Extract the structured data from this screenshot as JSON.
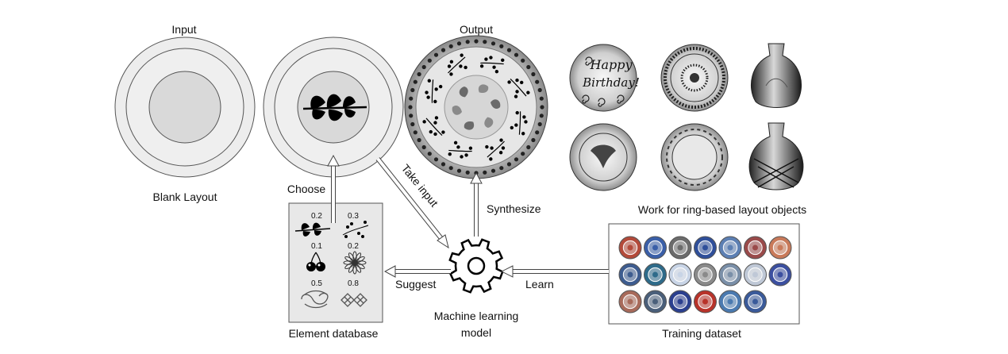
{
  "labels": {
    "input": "Input",
    "blank_layout": "Blank Layout",
    "choose": "Choose",
    "output": "Output",
    "take_input": "Take input",
    "synthesize": "Synthesize",
    "suggest": "Suggest",
    "learn": "Learn",
    "model": [
      "Machine learning",
      "model"
    ],
    "element_database": "Element database",
    "training_dataset": "Training dataset",
    "work_caption": "Work for ring-based layout objects",
    "happy_birthday": [
      "Happy",
      "Birthday!"
    ]
  },
  "element_database": {
    "items": [
      {
        "name": "leaf-branch",
        "score": "0.2"
      },
      {
        "name": "berry-branch",
        "score": "0.3"
      },
      {
        "name": "cherries",
        "score": "0.1"
      },
      {
        "name": "daisy-flower",
        "score": "0.2"
      },
      {
        "name": "celtic-knot",
        "score": "0.5"
      },
      {
        "name": "lattice-knot",
        "score": "0.8"
      }
    ]
  },
  "training_dataset": {
    "plates": [
      {
        "color": "#b34a3a"
      },
      {
        "color": "#3a5fa8"
      },
      {
        "color": "#6b6b6b"
      },
      {
        "color": "#2f4f9a"
      },
      {
        "color": "#5c7fb3"
      },
      {
        "color": "#9a4a4a"
      },
      {
        "color": "#c97a5a"
      },
      {
        "color": "#3d5c8f"
      },
      {
        "color": "#2e6b8a"
      },
      {
        "color": "#c8d4e6"
      },
      {
        "color": "#8a8a8a"
      },
      {
        "color": "#7a8fa8"
      },
      {
        "color": "#bfc8d6"
      },
      {
        "color": "#3b4fa0"
      },
      {
        "color": "#a86a5a"
      },
      {
        "color": "#4a5f7a"
      },
      {
        "color": "#2a3f8f"
      },
      {
        "color": "#b8332a"
      },
      {
        "color": "#4a7ab0"
      },
      {
        "color": "#3a5a9a"
      }
    ]
  },
  "colors": {
    "outer_ring": "#ebebeb",
    "inner_ring": "#d9d9d9",
    "stroke": "#555555"
  }
}
